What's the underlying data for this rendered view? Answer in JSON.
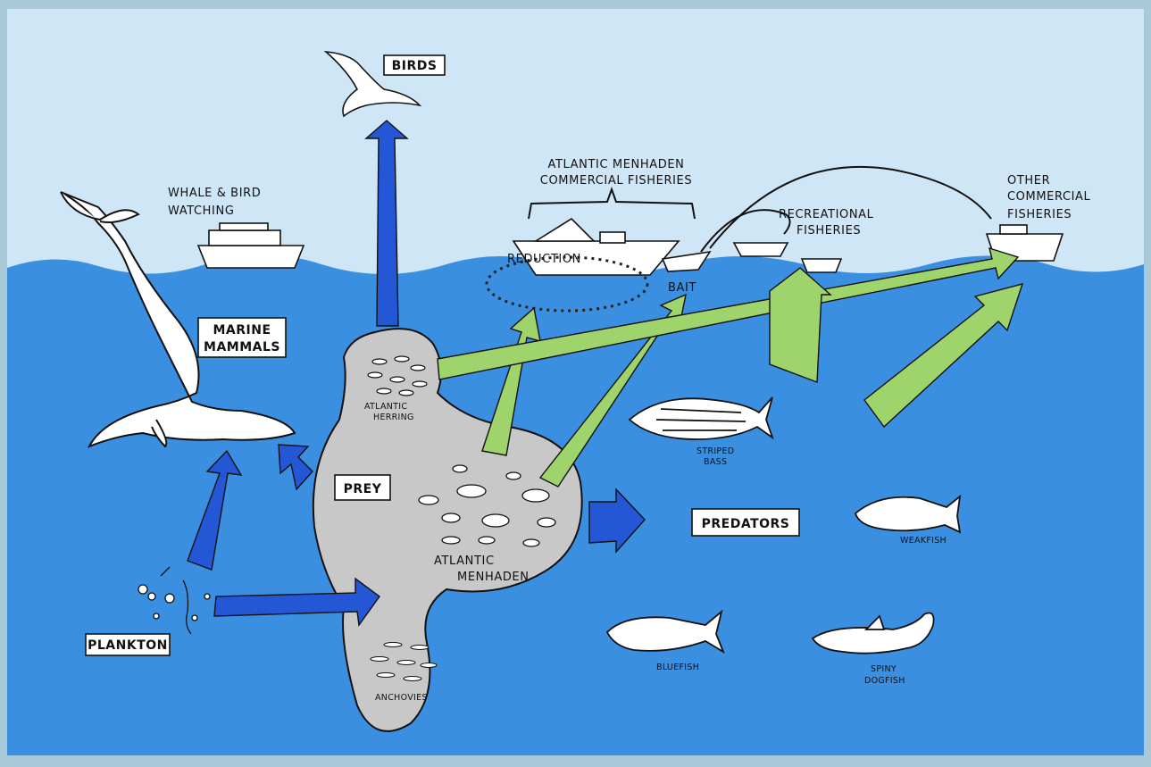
{
  "labels": {
    "birds": "BIRDS",
    "whale_watch_1": "WHALE & BIRD",
    "whale_watch_2": "WATCHING",
    "menhaden_fish_1": "ATLANTIC MENHADEN",
    "menhaden_fish_2": "COMMERCIAL FISHERIES",
    "recreational_1": "RECREATIONAL",
    "recreational_2": "FISHERIES",
    "other_1": "OTHER",
    "other_2": "COMMERCIAL",
    "other_3": "FISHERIES",
    "reduction": "REDUCTION",
    "bait": "BAIT",
    "marine_1": "MARINE",
    "marine_2": "MAMMALS",
    "herring_1": "ATLANTIC",
    "herring_2": "HERRING",
    "prey": "PREY",
    "menhaden_1": "ATLANTIC",
    "menhaden_2": "MENHADEN",
    "anchovies": "ANCHOVIES",
    "predators": "PREDATORS",
    "striped_1": "STRIPED",
    "striped_2": "BASS",
    "weakfish": "WEAKFISH",
    "bluefish": "BLUEFISH",
    "dogfish_1": "SPINY",
    "dogfish_2": "DOGFISH",
    "plankton": "PLANKTON"
  },
  "colors": {
    "frame": "#a9c9d8",
    "sky": "#cfe6f6",
    "water": "#3b8fe0",
    "prey_blob": "#c8c8c8",
    "blue_arrow": "#2457d6",
    "green_arrow": "#9fd36b"
  }
}
